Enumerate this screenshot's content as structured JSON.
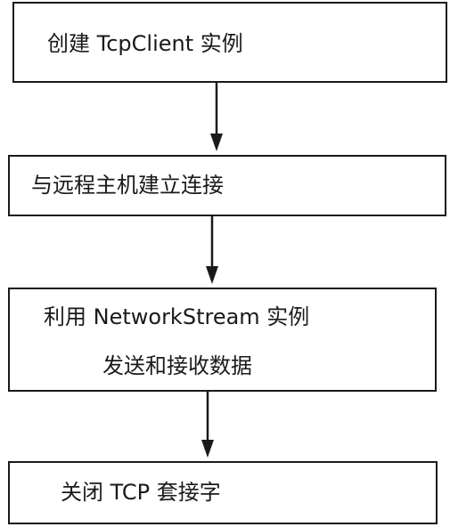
{
  "flowchart": {
    "steps": [
      {
        "text": "创建 TcpClient 实例"
      },
      {
        "text": "与远程主机建立连接"
      },
      {
        "line1": "利用 NetworkStream 实例",
        "line2": "发送和接收数据"
      },
      {
        "text": "关闭 TCP 套接字"
      }
    ],
    "connector_icon": "arrow-down-icon",
    "colors": {
      "stroke": "#1a1a1a",
      "background": "#ffffff"
    }
  }
}
